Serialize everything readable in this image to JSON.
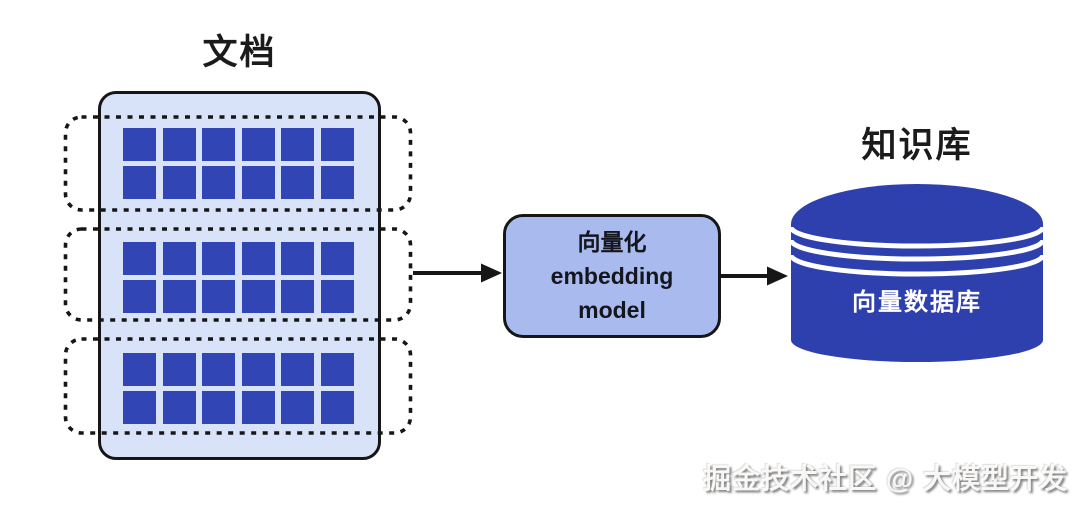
{
  "colors": {
    "background": "#ffffff",
    "document_fill": "#d8e2f8",
    "square_fill": "#3145b4",
    "embedding_box_fill": "#a9bbee",
    "cylinder_fill": "#2e3fae",
    "outline": "#161616",
    "cylinder_text": "#ffffff"
  },
  "document": {
    "title": "文档",
    "chunk_count": 3,
    "squares": {
      "rows": 2,
      "cols": 6
    }
  },
  "embedding_box": {
    "line1": "向量化",
    "line2": "embedding",
    "line3": "model"
  },
  "knowledge_base": {
    "title": "知识库",
    "cylinder_label": "向量数据库"
  },
  "watermark": "掘金技术社区 @ 大模型开发"
}
